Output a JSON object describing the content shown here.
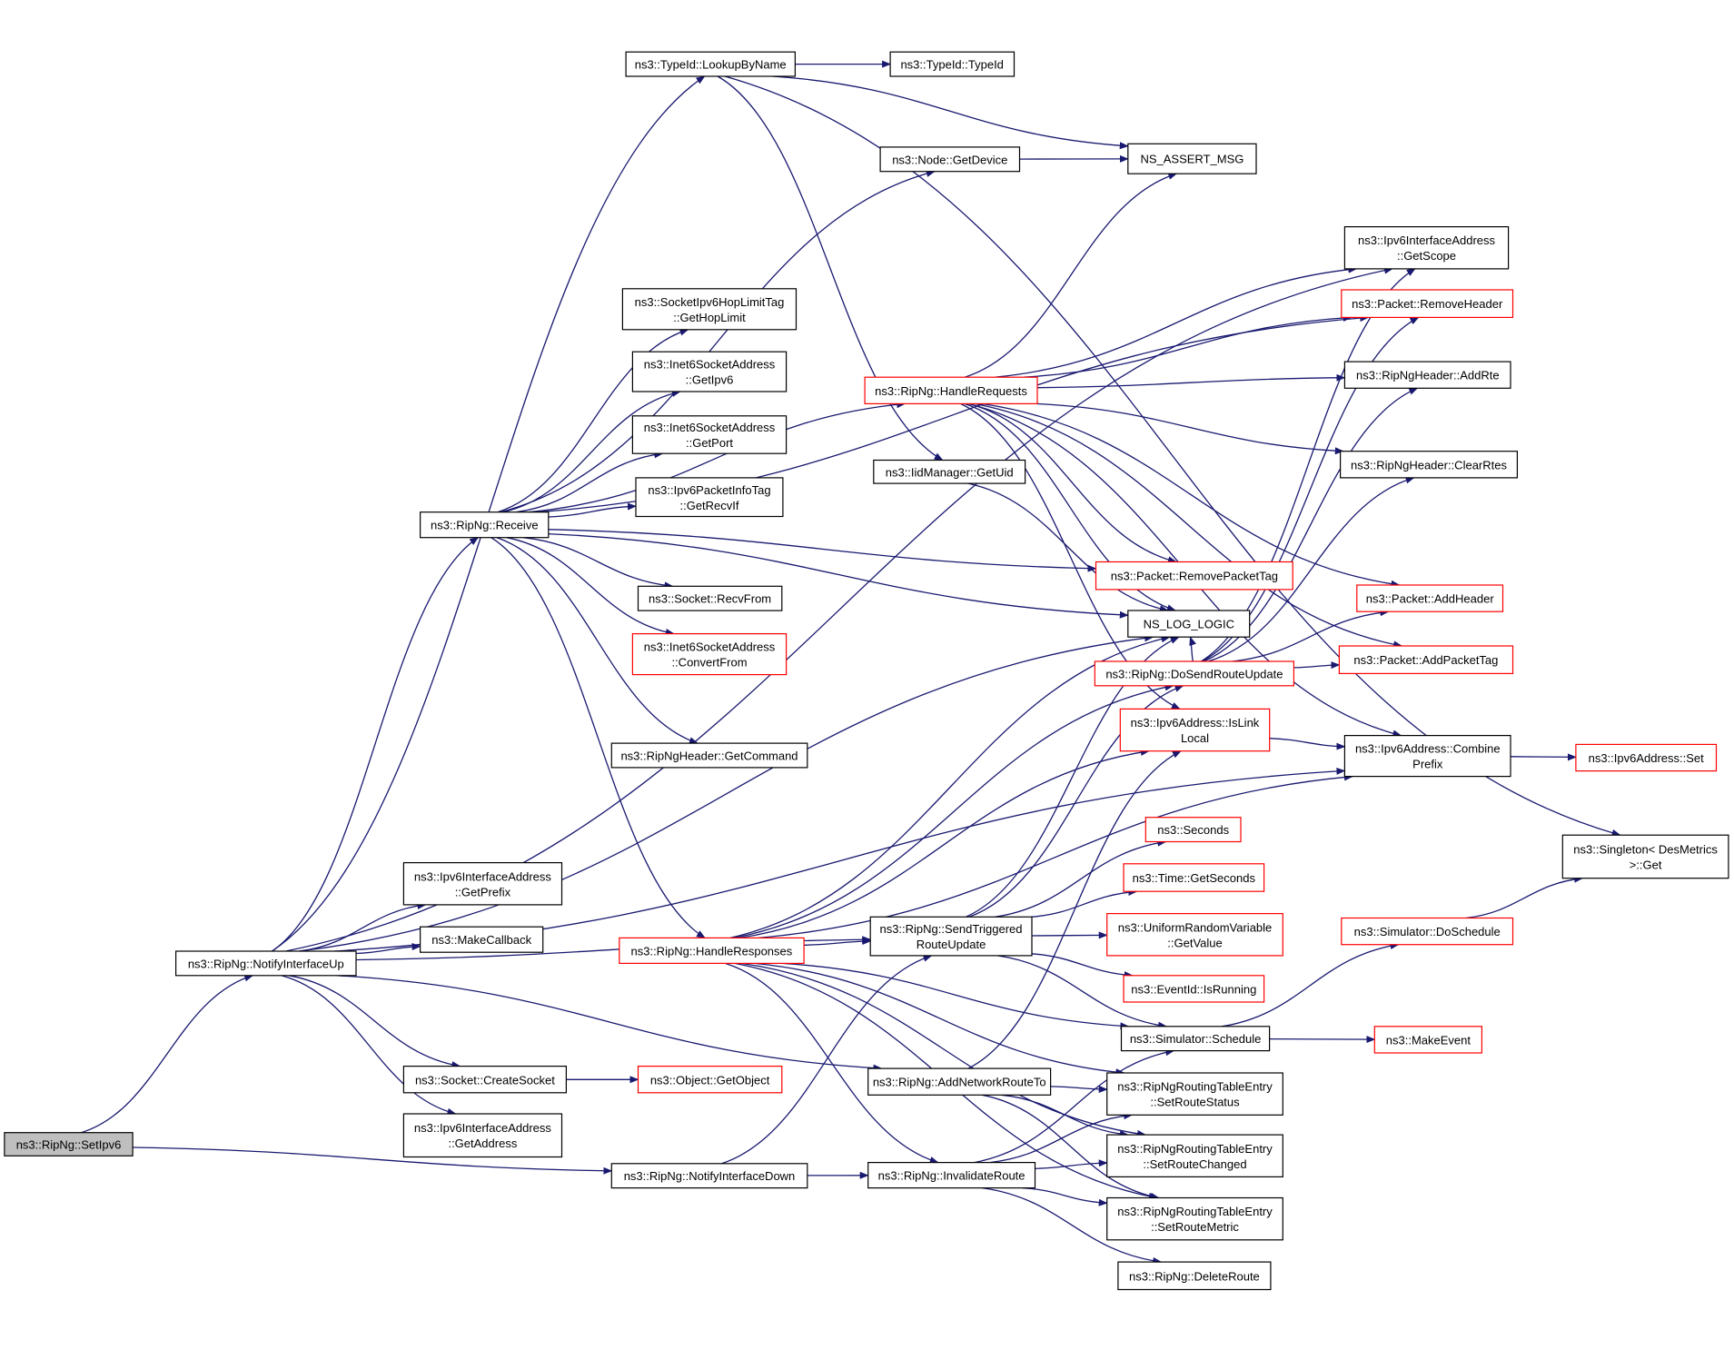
{
  "colors": {
    "edge": "#191970",
    "node_border": "#000000",
    "partial_border": "#ff0000",
    "root_fill": "#bfbfbf"
  },
  "nodes": {
    "setipv6": {
      "lines": [
        "ns3::RipNg::SetIpv6"
      ],
      "style": "root"
    },
    "notifyup": {
      "lines": [
        "ns3::RipNg::NotifyInterfaceUp"
      ],
      "style": "normal"
    },
    "notifydown": {
      "lines": [
        "ns3::RipNg::NotifyInterfaceDown"
      ],
      "style": "normal"
    },
    "lookup": {
      "lines": [
        "ns3::TypeId::LookupByName"
      ],
      "style": "normal"
    },
    "typeid": {
      "lines": [
        "ns3::TypeId::TypeId"
      ],
      "style": "normal"
    },
    "getdevice": {
      "lines": [
        "ns3::Node::GetDevice"
      ],
      "style": "normal"
    },
    "assert": {
      "lines": [
        "NS_ASSERT_MSG"
      ],
      "style": "normal"
    },
    "getscope": {
      "lines": [
        "ns3::Ipv6InterfaceAddress",
        "::GetScope"
      ],
      "style": "normal"
    },
    "removeheader": {
      "lines": [
        "ns3::Packet::RemoveHeader"
      ],
      "style": "red"
    },
    "hoplimit": {
      "lines": [
        "ns3::SocketIpv6HopLimitTag",
        "::GetHopLimit"
      ],
      "style": "normal"
    },
    "getipv6": {
      "lines": [
        "ns3::Inet6SocketAddress",
        "::GetIpv6"
      ],
      "style": "normal"
    },
    "getport": {
      "lines": [
        "ns3::Inet6SocketAddress",
        "::GetPort"
      ],
      "style": "normal"
    },
    "recvif": {
      "lines": [
        "ns3::Ipv6PacketInfoTag",
        "::GetRecvIf"
      ],
      "style": "normal"
    },
    "recvfrom": {
      "lines": [
        "ns3::Socket::RecvFrom"
      ],
      "style": "normal"
    },
    "convertfrom": {
      "lines": [
        "ns3::Inet6SocketAddress",
        "::ConvertFrom"
      ],
      "style": "red"
    },
    "getcommand": {
      "lines": [
        "ns3::RipNgHeader::GetCommand"
      ],
      "style": "normal"
    },
    "receive": {
      "lines": [
        "ns3::RipNg::Receive"
      ],
      "style": "normal"
    },
    "handlereq": {
      "lines": [
        "ns3::RipNg::HandleRequests"
      ],
      "style": "red"
    },
    "uid": {
      "lines": [
        "ns3::IidManager::GetUid"
      ],
      "style": "normal"
    },
    "addrte": {
      "lines": [
        "ns3::RipNgHeader::AddRte"
      ],
      "style": "normal"
    },
    "clearrtes": {
      "lines": [
        "ns3::RipNgHeader::ClearRtes"
      ],
      "style": "normal"
    },
    "removepackettag": {
      "lines": [
        "ns3::Packet::RemovePacketTag"
      ],
      "style": "red"
    },
    "addheader": {
      "lines": [
        "ns3::Packet::AddHeader"
      ],
      "style": "red"
    },
    "nslog": {
      "lines": [
        "NS_LOG_LOGIC"
      ],
      "style": "normal"
    },
    "dosend": {
      "lines": [
        "ns3::RipNg::DoSendRouteUpdate"
      ],
      "style": "red"
    },
    "addpackettag": {
      "lines": [
        "ns3::Packet::AddPacketTag"
      ],
      "style": "red"
    },
    "islinklocal": {
      "lines": [
        "ns3::Ipv6Address::IsLink",
        "Local"
      ],
      "style": "red"
    },
    "combine": {
      "lines": [
        "ns3::Ipv6Address::Combine",
        "Prefix"
      ],
      "style": "normal"
    },
    "set": {
      "lines": [
        "ns3::Ipv6Address::Set"
      ],
      "style": "red"
    },
    "seconds": {
      "lines": [
        "ns3::Seconds"
      ],
      "style": "red"
    },
    "singleton": {
      "lines": [
        "ns3::Singleton< DesMetrics",
        ">::Get"
      ],
      "style": "normal"
    },
    "getprefix": {
      "lines": [
        "ns3::Ipv6InterfaceAddress",
        "::GetPrefix"
      ],
      "style": "normal"
    },
    "timegetsec": {
      "lines": [
        "ns3::Time::GetSeconds"
      ],
      "style": "red"
    },
    "doschedule": {
      "lines": [
        "ns3::Simulator::DoSchedule"
      ],
      "style": "red"
    },
    "makecallback": {
      "lines": [
        "ns3::MakeCallback"
      ],
      "style": "normal"
    },
    "handleresp": {
      "lines": [
        "ns3::RipNg::HandleResponses"
      ],
      "style": "red"
    },
    "sendtrig": {
      "lines": [
        "ns3::RipNg::SendTriggered",
        "RouteUpdate"
      ],
      "style": "normal"
    },
    "uniform": {
      "lines": [
        "ns3::UniformRandomVariable",
        "::GetValue"
      ],
      "style": "red"
    },
    "isrunning": {
      "lines": [
        "ns3::EventId::IsRunning"
      ],
      "style": "red"
    },
    "schedule": {
      "lines": [
        "ns3::Simulator::Schedule"
      ],
      "style": "normal"
    },
    "makeevent": {
      "lines": [
        "ns3::MakeEvent"
      ],
      "style": "red"
    },
    "createsocket": {
      "lines": [
        "ns3::Socket::CreateSocket"
      ],
      "style": "normal"
    },
    "getobject": {
      "lines": [
        "ns3::Object::GetObject"
      ],
      "style": "red"
    },
    "addnetroute": {
      "lines": [
        "ns3::RipNg::AddNetworkRouteTo"
      ],
      "style": "normal"
    },
    "setstatus": {
      "lines": [
        "ns3::RipNgRoutingTableEntry",
        "::SetRouteStatus"
      ],
      "style": "normal"
    },
    "getaddress": {
      "lines": [
        "ns3::Ipv6InterfaceAddress",
        "::GetAddress"
      ],
      "style": "normal"
    },
    "setchanged": {
      "lines": [
        "ns3::RipNgRoutingTableEntry",
        "::SetRouteChanged"
      ],
      "style": "normal"
    },
    "invalidate": {
      "lines": [
        "ns3::RipNg::InvalidateRoute"
      ],
      "style": "normal"
    },
    "setmetric": {
      "lines": [
        "ns3::RipNgRoutingTableEntry",
        "::SetRouteMetric"
      ],
      "style": "normal"
    },
    "deleteroute": {
      "lines": [
        "ns3::RipNg::DeleteRoute"
      ],
      "style": "normal"
    }
  },
  "edges": [
    [
      "setipv6",
      "notifyup"
    ],
    [
      "setipv6",
      "notifydown"
    ],
    [
      "notifyup",
      "lookup"
    ],
    [
      "notifyup",
      "getscope"
    ],
    [
      "notifyup",
      "receive"
    ],
    [
      "notifyup",
      "nslog"
    ],
    [
      "notifyup",
      "sendtrig"
    ],
    [
      "notifyup",
      "getprefix"
    ],
    [
      "notifyup",
      "makecallback"
    ],
    [
      "notifyup",
      "createsocket"
    ],
    [
      "notifyup",
      "addnetroute"
    ],
    [
      "notifyup",
      "getaddress"
    ],
    [
      "notifyup",
      "combine"
    ],
    [
      "lookup",
      "typeid"
    ],
    [
      "lookup",
      "assert"
    ],
    [
      "lookup",
      "singleton"
    ],
    [
      "lookup",
      "uid"
    ],
    [
      "getdevice",
      "assert"
    ],
    [
      "uid",
      "nslog"
    ],
    [
      "receive",
      "getdevice"
    ],
    [
      "receive",
      "removeheader"
    ],
    [
      "receive",
      "handlereq"
    ],
    [
      "receive",
      "hoplimit"
    ],
    [
      "receive",
      "getipv6"
    ],
    [
      "receive",
      "getport"
    ],
    [
      "receive",
      "recvif"
    ],
    [
      "receive",
      "recvfrom"
    ],
    [
      "receive",
      "convertfrom"
    ],
    [
      "receive",
      "removepackettag"
    ],
    [
      "receive",
      "nslog"
    ],
    [
      "receive",
      "getcommand"
    ],
    [
      "receive",
      "handleresp"
    ],
    [
      "handlereq",
      "assert"
    ],
    [
      "handlereq",
      "getscope"
    ],
    [
      "handlereq",
      "removeheader"
    ],
    [
      "handlereq",
      "addrte"
    ],
    [
      "handlereq",
      "clearrtes"
    ],
    [
      "handlereq",
      "addheader"
    ],
    [
      "handlereq",
      "removepackettag"
    ],
    [
      "handlereq",
      "addpackettag"
    ],
    [
      "handlereq",
      "islinklocal"
    ],
    [
      "handlereq",
      "combine"
    ],
    [
      "handlereq",
      "nslog"
    ],
    [
      "handleresp",
      "nslog"
    ],
    [
      "handleresp",
      "islinklocal"
    ],
    [
      "handleresp",
      "combine"
    ],
    [
      "handleresp",
      "sendtrig"
    ],
    [
      "handleresp",
      "dosend"
    ],
    [
      "handleresp",
      "schedule"
    ],
    [
      "handleresp",
      "setstatus"
    ],
    [
      "handleresp",
      "invalidate"
    ],
    [
      "handleresp",
      "setchanged"
    ],
    [
      "handleresp",
      "setmetric"
    ],
    [
      "sendtrig",
      "nslog"
    ],
    [
      "sendtrig",
      "dosend"
    ],
    [
      "sendtrig",
      "seconds"
    ],
    [
      "sendtrig",
      "timegetsec"
    ],
    [
      "sendtrig",
      "uniform"
    ],
    [
      "sendtrig",
      "isrunning"
    ],
    [
      "sendtrig",
      "schedule"
    ],
    [
      "dosend",
      "getscope"
    ],
    [
      "dosend",
      "removeheader"
    ],
    [
      "dosend",
      "addrte"
    ],
    [
      "dosend",
      "clearrtes"
    ],
    [
      "dosend",
      "addheader"
    ],
    [
      "dosend",
      "addpackettag"
    ],
    [
      "dosend",
      "nslog"
    ],
    [
      "islinklocal",
      "combine"
    ],
    [
      "combine",
      "set"
    ],
    [
      "schedule",
      "doschedule"
    ],
    [
      "schedule",
      "makeevent"
    ],
    [
      "doschedule",
      "singleton"
    ],
    [
      "createsocket",
      "getobject"
    ],
    [
      "notifydown",
      "sendtrig"
    ],
    [
      "notifydown",
      "invalidate"
    ],
    [
      "addnetroute",
      "islinklocal"
    ],
    [
      "addnetroute",
      "setstatus"
    ],
    [
      "addnetroute",
      "setchanged"
    ],
    [
      "addnetroute",
      "setmetric"
    ],
    [
      "invalidate",
      "schedule"
    ],
    [
      "invalidate",
      "setstatus"
    ],
    [
      "invalidate",
      "setchanged"
    ],
    [
      "invalidate",
      "setmetric"
    ],
    [
      "invalidate",
      "deleteroute"
    ]
  ]
}
